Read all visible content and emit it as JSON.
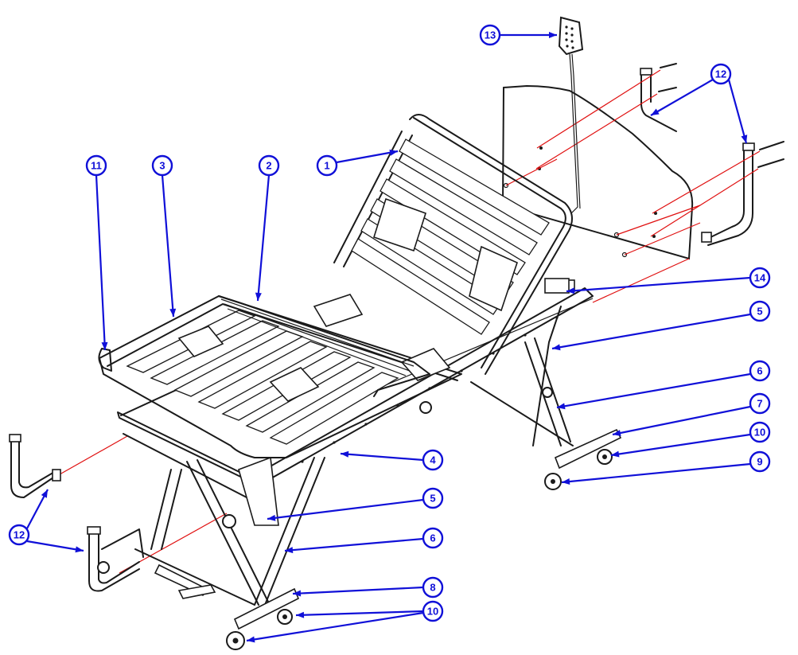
{
  "colors": {
    "callout": "#1010d8",
    "line": "#1a1a1a",
    "assembly_line": "#e01010",
    "background": "#ffffff"
  },
  "callouts": {
    "c1": "1",
    "c2": "2",
    "c3": "3",
    "c4": "4",
    "c5a": "5",
    "c5b": "5",
    "c6a": "6",
    "c6b": "6",
    "c7": "7",
    "c8": "8",
    "c9": "9",
    "c10a": "10",
    "c10b": "10",
    "c11": "11",
    "c12a": "12",
    "c12b": "12",
    "c13": "13",
    "c14": "14"
  }
}
